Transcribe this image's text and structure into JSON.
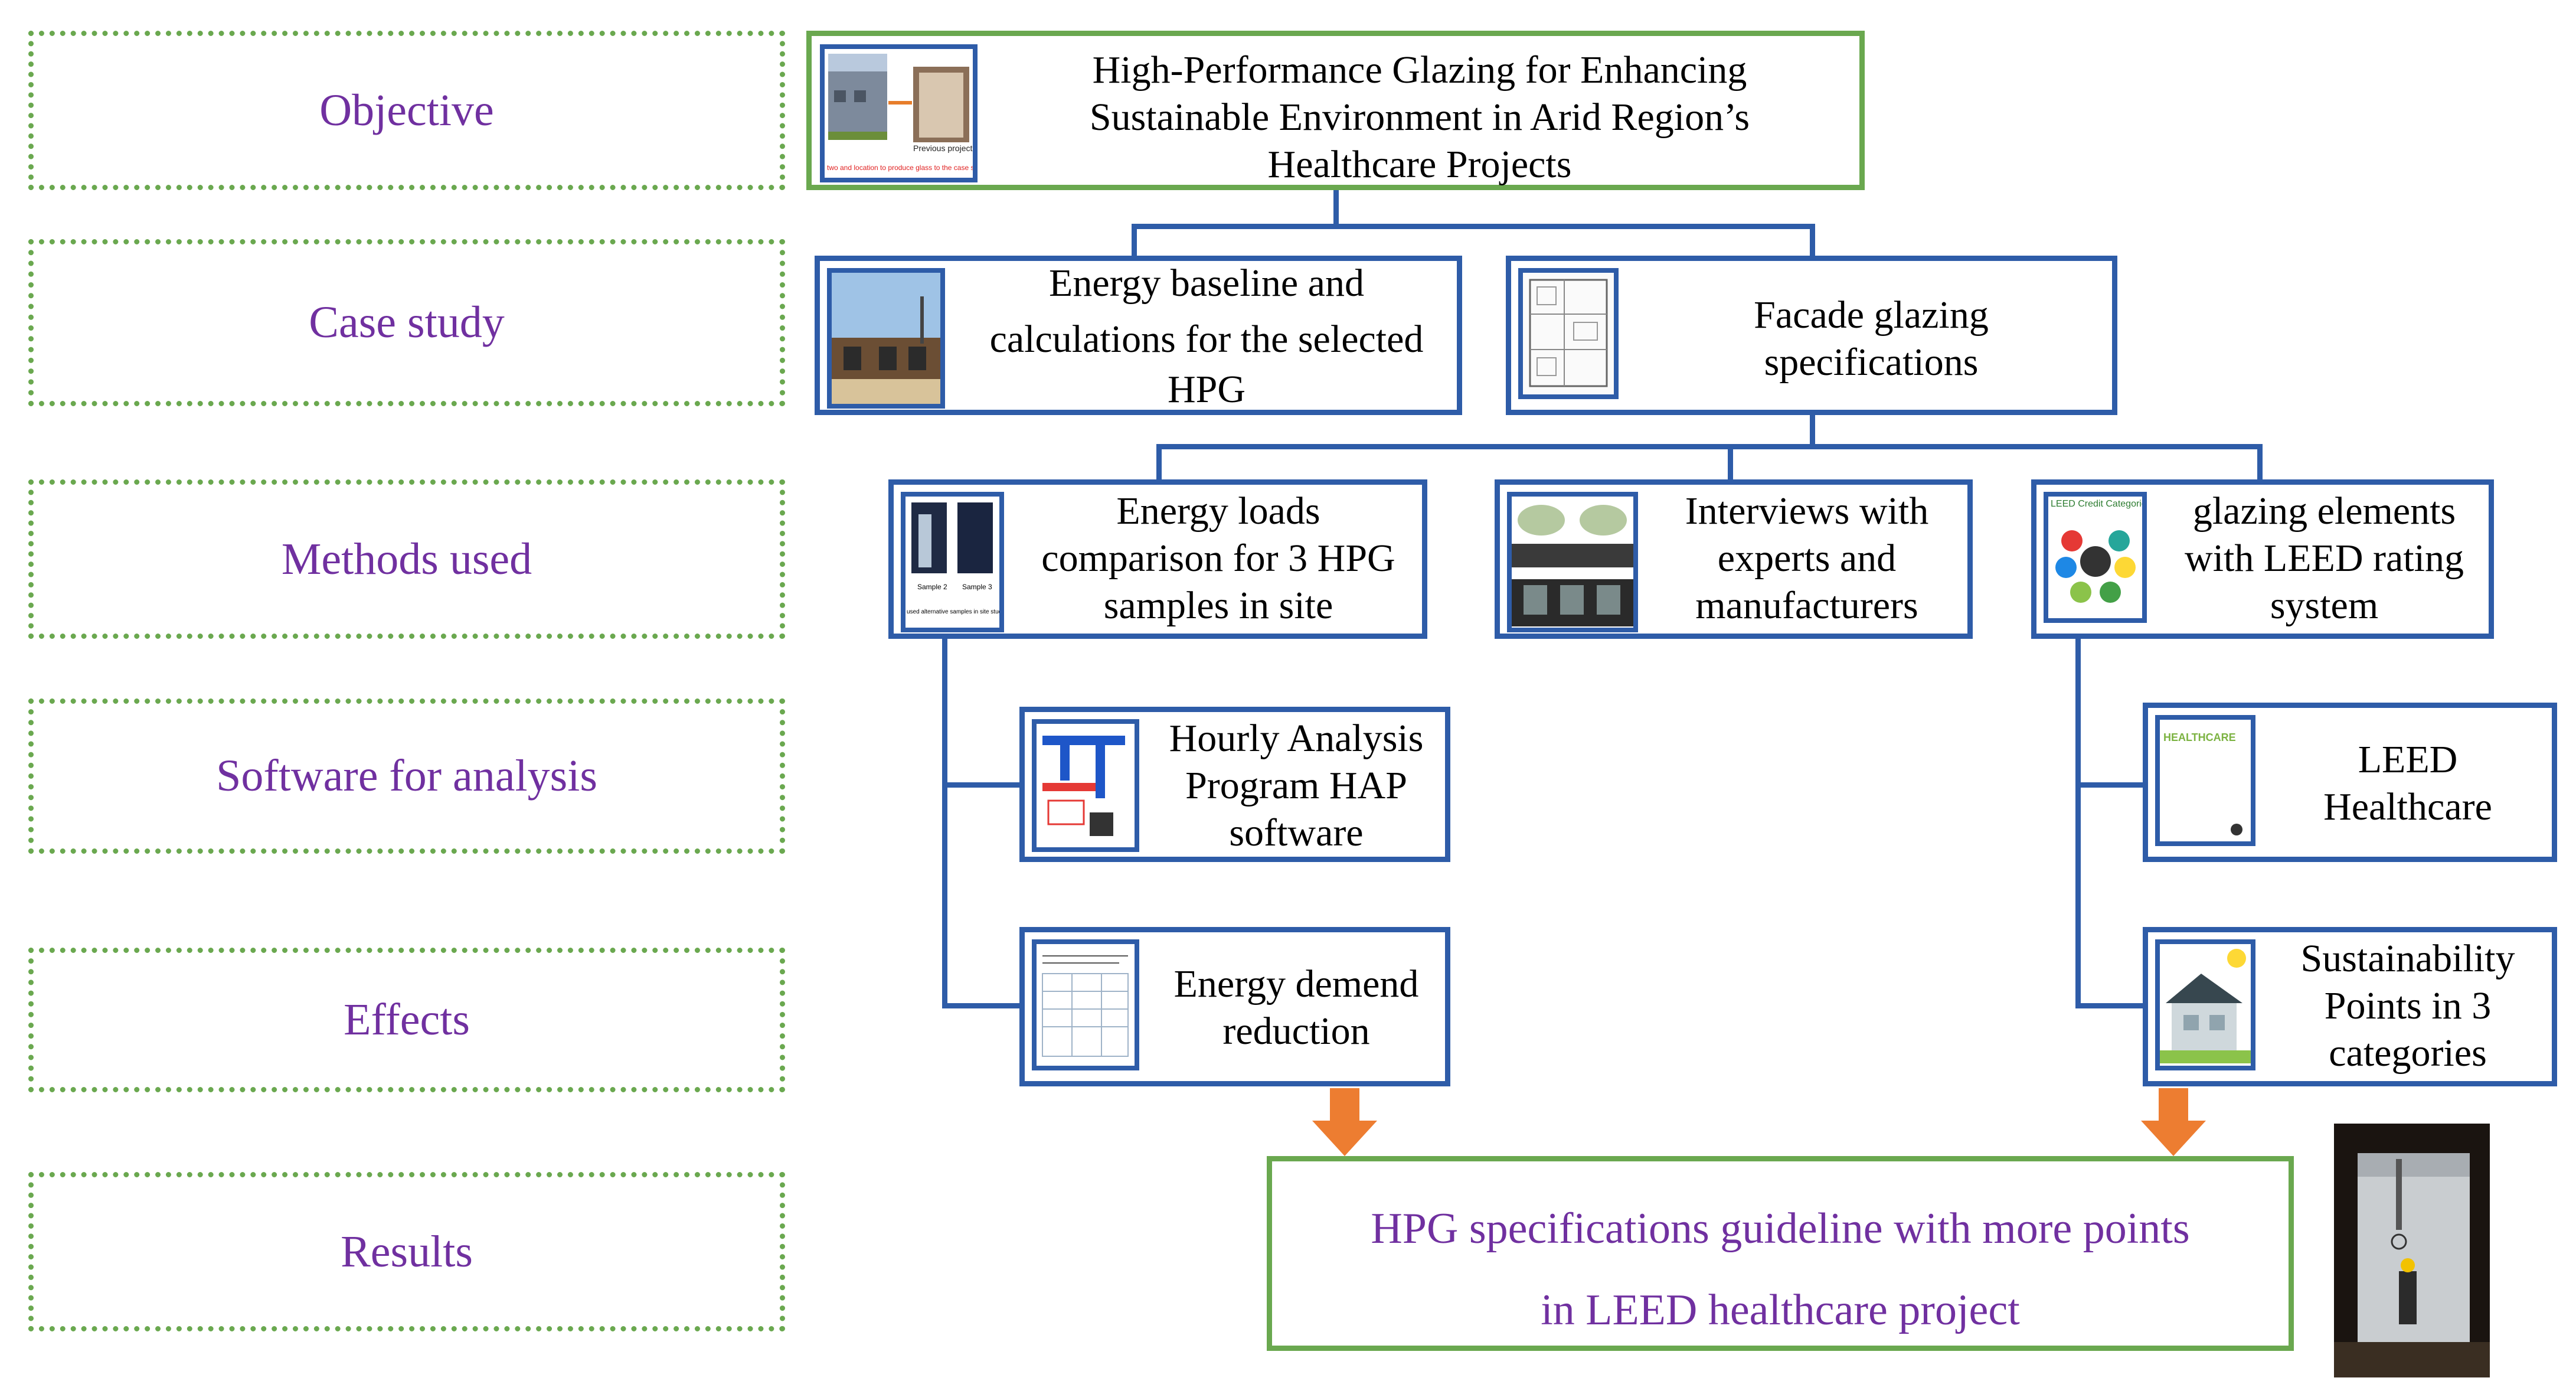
{
  "labels": {
    "objective": "Objective",
    "case_study": "Case study",
    "methods": "Methods used",
    "software": "Software for analysis",
    "effects": "Effects",
    "results": "Results"
  },
  "objective_box": {
    "line1": "High-Performance Glazing for Enhancing",
    "line2": "Sustainable Environment in Arid Region’s",
    "line3": "Healthcare Projects",
    "thumb_caption": "Previous project",
    "thumb_red_text": "two and location to produce glass to the case study"
  },
  "case": {
    "energy_line1": "Energy baseline and",
    "energy_line2": "calculations for the selected",
    "energy_line3": "HPG",
    "facade_line1": "Facade glazing",
    "facade_line2": "specifications"
  },
  "methods": {
    "loads_line1": "Energy loads",
    "loads_line2": "comparison for 3 HPG",
    "loads_line3": "samples in site",
    "loads_thumb_cap1": "Sample 2",
    "loads_thumb_cap2": "Sample 3",
    "loads_thumb_bottom": "used alternative samples in site study sit",
    "interviews_line1": "Interviews with",
    "interviews_line2": "experts and",
    "interviews_line3": "manufacturers",
    "leed_line1": "glazing elements",
    "leed_line2": "with LEED rating",
    "leed_line3": "system",
    "leed_thumb_title": "LEED Credit Categorie"
  },
  "software": {
    "hap_line1": "Hourly Analysis",
    "hap_line2": "Program HAP",
    "hap_line3": "software",
    "leedhc_line1": "LEED",
    "leedhc_line2": "Healthcare",
    "leedhc_thumb_title": "HEALTHCARE"
  },
  "effects": {
    "demand_line1": "Energy demend",
    "demand_line2": "reduction",
    "sust_line1": "Sustainability",
    "sust_line2": "Points in 3",
    "sust_line3": "categories"
  },
  "results": {
    "line1": "HPG specifications guideline with more points",
    "line2": "in LEED healthcare project"
  },
  "colors": {
    "green": "#6aa84f",
    "blue": "#2e5ca8",
    "purple": "#7030a0",
    "orange": "#ed7d31"
  }
}
